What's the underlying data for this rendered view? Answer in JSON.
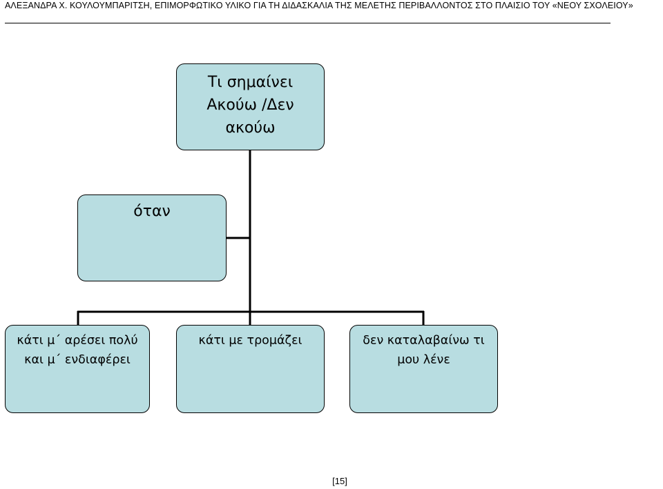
{
  "header": {
    "text": "ΑΛΕΞΑΝΔΡΑ Χ. ΚΟΥΛΟΥΜΠΑΡΙΤΣΗ, ΕΠΙΜΟΡΦΩΤΙΚΟ ΥΛΙΚΟ ΓΙΑ ΤΗ ΔΙΔΑΣΚΑΛΙΑ ΤΗΣ ΜΕΛΕΤΗΣ ΠΕΡΙΒΑΛΛΟΝΤΟΣ ΣΤΟ ΠΛΑΙΣΙΟ ΤΟΥ «ΝΕΟΥ ΣΧΟΛΕΙΟΥ»"
  },
  "diagram": {
    "root": {
      "text": "Τι σημαίνει\nΑκούω /Δεν\nακούω"
    },
    "middle": {
      "text": "όταν"
    },
    "leaves": [
      {
        "text": "κάτι μ΄ αρέσει πολύ\nκαι μ΄ ενδιαφέρει"
      },
      {
        "text": "κάτι με τρομάζει"
      },
      {
        "text": "δεν καταλαβαίνω τι\nμου λένε"
      }
    ],
    "box_fill": "#b8dde1",
    "line_color": "#000000"
  },
  "footer": {
    "page_number": "[15]"
  }
}
